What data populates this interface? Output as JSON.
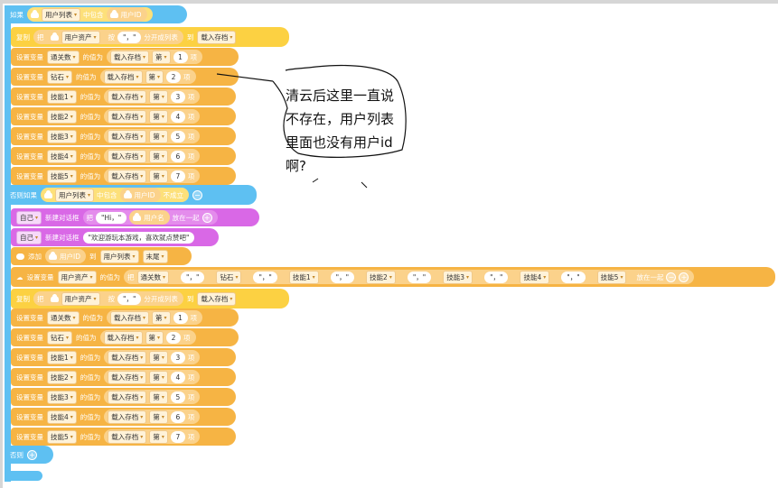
{
  "L": {
    "if": "如果",
    "ulist": "用户列表",
    "contains": "中包含",
    "uid": "用户ID",
    "copy": "复制",
    "ba": "把",
    "uasset": "用户资产",
    "by": "按",
    "comma": "\"，\"",
    "split": "分开成列表",
    "to": "到",
    "save": "载入存档",
    "setvar": "设置变量",
    "valof": "的值为",
    "di": "第",
    "xiang": "项",
    "elseif": "否则如果",
    "notexist": "不成立",
    "self": "自己",
    "newdlg": "新建对话框",
    "hi": "\"Hi，\"",
    "uname": "用户名",
    "join": "放在一起",
    "welcome": "\"欢迎游玩本游戏，喜欢就点赞吧\"",
    "add": "添加",
    "end": "末尾",
    "else": "否则",
    "vars": [
      "通关数",
      "钻石",
      "技能1",
      "技能2",
      "技能3",
      "技能4",
      "技能5"
    ],
    "nums": [
      "1",
      "2",
      "3",
      "4",
      "5",
      "6",
      "7"
    ]
  },
  "annotation": [
    "清云后这里一直说",
    "不存在，用户列表",
    "里面也没有用户id",
    "啊?"
  ]
}
